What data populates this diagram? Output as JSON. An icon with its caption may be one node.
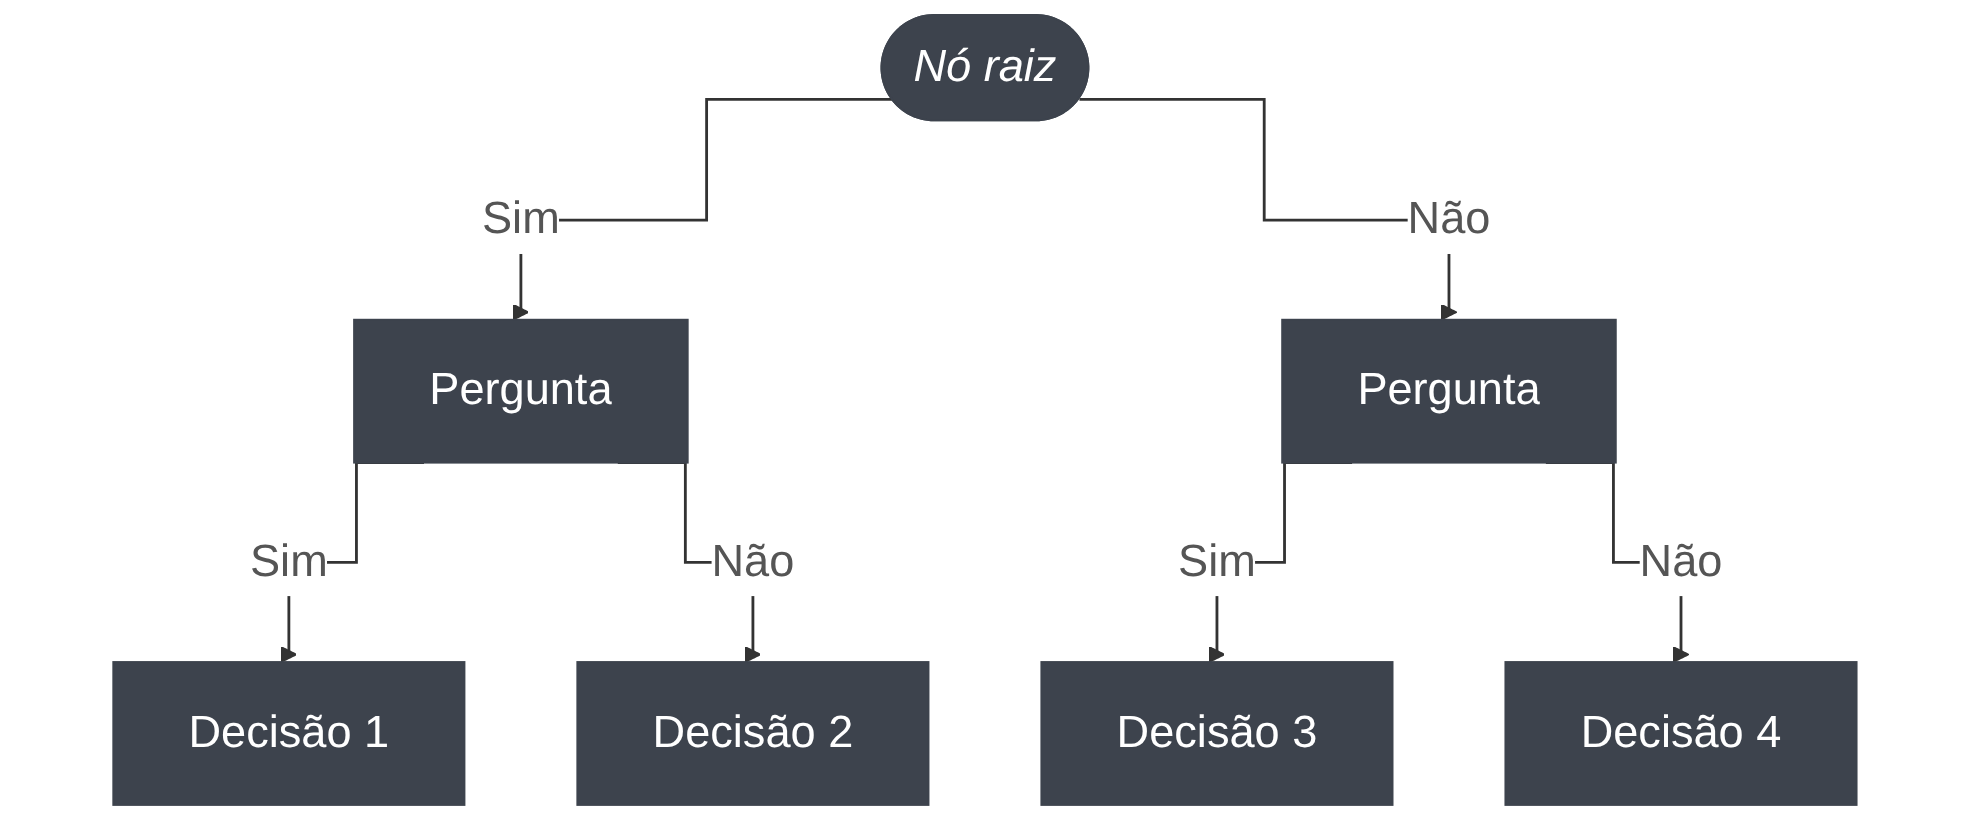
{
  "diagram": {
    "nodes": [
      {
        "text": [
          "Nó raiz"
        ]
      },
      {
        "text": [
          "Pergunta"
        ]
      },
      {
        "text": [
          "Pergunta"
        ]
      },
      {
        "text": [
          "Decisão 1"
        ]
      },
      {
        "text": [
          "Decisão 2"
        ]
      },
      {
        "text": [
          "Decisão 3"
        ]
      },
      {
        "text": [
          "Decisão 4"
        ]
      }
    ],
    "edges": [
      {
        "from": 0,
        "to": 1,
        "arrow": "to",
        "label": "Sim"
      },
      {
        "from": 0,
        "to": 2,
        "arrow": "to",
        "label": "Não"
      },
      {
        "from": 1,
        "to": 3,
        "arrow": "to",
        "label": "Sim"
      },
      {
        "from": 1,
        "to": 4,
        "arrow": "to",
        "label": "Não"
      },
      {
        "from": 2,
        "to": 5,
        "arrow": "to",
        "label": "Sim"
      },
      {
        "from": 2,
        "to": 6,
        "arrow": "to",
        "label": "Não"
      }
    ]
  }
}
